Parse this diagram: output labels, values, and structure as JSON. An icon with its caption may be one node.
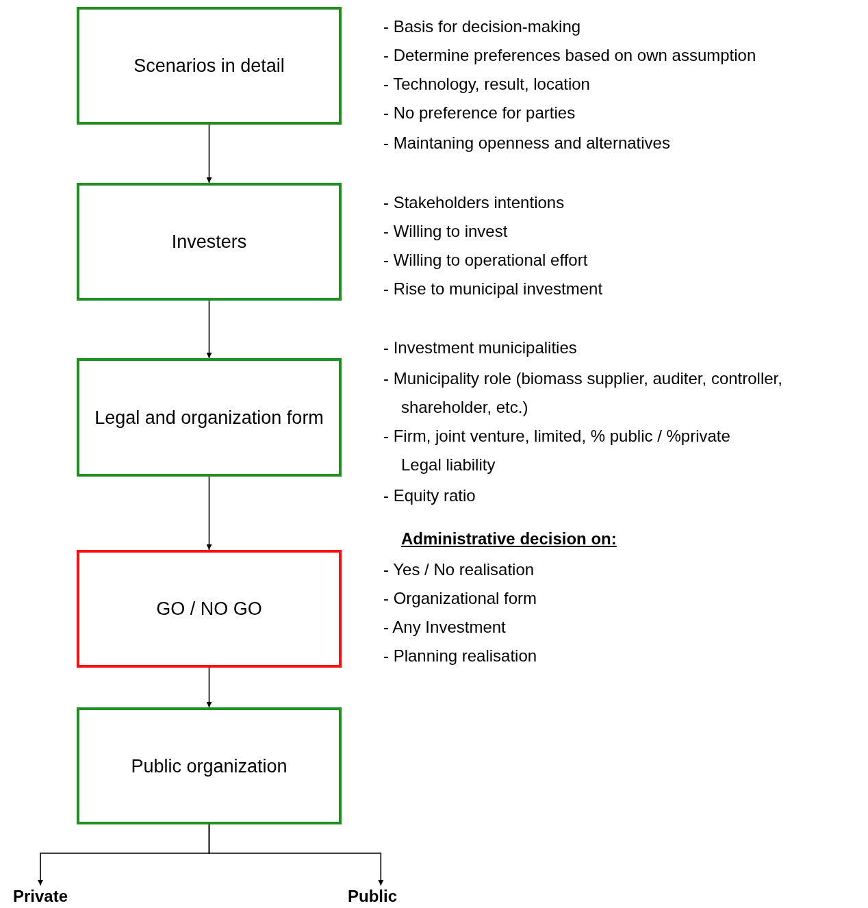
{
  "diagram": {
    "nodes": [
      {
        "text": [
          "Scenarios in detail"
        ]
      },
      {
        "text": [
          "Investers"
        ]
      },
      {
        "text": [
          "Legal and organization form"
        ]
      },
      {
        "text": [
          "GO / NO GO"
        ]
      },
      {
        "text": [
          "Public organization"
        ]
      },
      {
        "text": [
          "Private"
        ]
      },
      {
        "text": [
          "Public"
        ]
      }
    ],
    "edges": [
      {
        "from": 0,
        "to": 1,
        "arrow": "to"
      },
      {
        "from": 1,
        "to": 2,
        "arrow": "to"
      },
      {
        "from": 2,
        "to": 3,
        "arrow": "to"
      },
      {
        "from": 3,
        "to": 4,
        "arrow": "to"
      },
      {
        "from": 4,
        "to": 5,
        "arrow": "to"
      },
      {
        "from": 4,
        "to": 6,
        "arrow": "to"
      }
    ],
    "labels": [
      "- Basis for decision-making",
      "- Determine preferences based on own assumption",
      "- Technology, result, location",
      "- No preference for parties",
      "- Maintaning openness and alternatives",
      "- Stakeholders intentions",
      "- Willing to invest",
      "- Willing to operational effort",
      "- Rise to municipal investment",
      "- Investment municipalities",
      "- Municipality role (biomass supplier, auditer, controller, shareholder, etc.)",
      "- Firm, joint venture, limited, % public / %private",
      "Legal liability",
      "- Equity ratio",
      "Administrative decision on:",
      "- Yes / No realisation",
      "- Organizational form",
      "- Any Investment",
      "- Planning realisation"
    ]
  }
}
